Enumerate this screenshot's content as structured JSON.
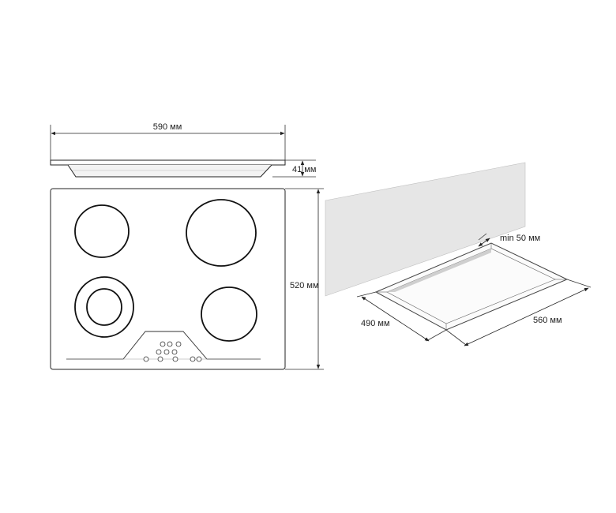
{
  "hob_drawing": {
    "width_label": "590 мм",
    "height_label": "41 мм",
    "depth_label": "520 мм"
  },
  "cutout_drawing": {
    "clearance_label": "min 50 мм",
    "cutout_depth_label": "490 мм",
    "cutout_width_label": "560 мм"
  }
}
